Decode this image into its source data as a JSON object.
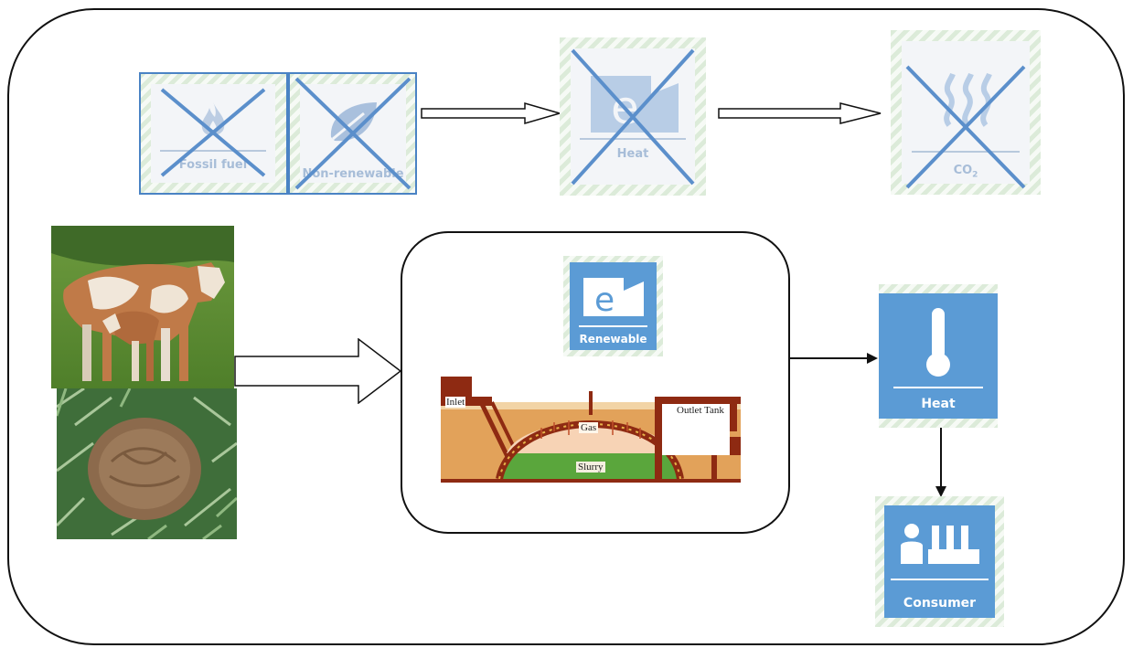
{
  "replaced_chain": {
    "fossil_fuel_label": "Fossil fuel",
    "non_renewable_label": "Non-renewable",
    "heat_label": "Heat",
    "co2_label": "CO",
    "co2_subscript": "2"
  },
  "renewable_chain": {
    "renewable_label": "Renewable",
    "heat_label": "Heat",
    "consumer_label": "Consumer"
  },
  "digester": {
    "inlet_label": "Inlet",
    "outlet_label": "Outlet Tank",
    "gas_label": "Gas",
    "slurry_label": "Slurry"
  },
  "colors": {
    "tile_blue": "#5b9bd5",
    "cross_blue": "#5b8fcb",
    "soil": "#e2a25a",
    "slurry_green": "#5aa63c",
    "brick": "#8e2a12"
  }
}
